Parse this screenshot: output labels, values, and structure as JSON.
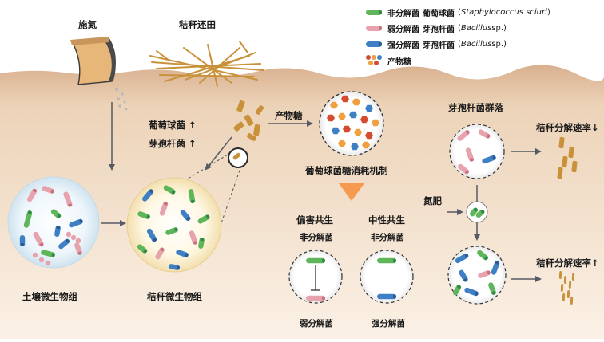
{
  "labels": {
    "nitrogen": "施氮",
    "straw": "秸秆还田",
    "soil_microbiome": "土壤微生物组",
    "straw_microbiome": "秸秆微生物组",
    "staph_up": "葡萄球菌",
    "bacillus_up": "芽孢杆菌",
    "product_sugar_arrow": "产物糖",
    "mechanism": "葡萄球菌糖消耗机制",
    "bacillus_community": "芽孢杆菌群落",
    "decomp_rate_down": "秸秆分解速率",
    "decomp_rate_up": "秸秆分解速率",
    "nitrogen_fertilizer": "氮肥",
    "amensalism": "偏害共生",
    "neutralism": "中性共生",
    "non_decomposer_1": "非分解菌",
    "non_decomposer_2": "非分解菌",
    "weak_decomposer": "弱分解菌",
    "strong_decomposer": "强分解菌"
  },
  "legend": [
    {
      "strength": "非分解菌",
      "genus": "葡萄球菌",
      "paren_open": "(",
      "sci": "Staphylococcus sciuri",
      "paren_close": ")",
      "color": "#5fb55a"
    },
    {
      "strength": "弱分解菌",
      "genus": "芽孢杆菌",
      "paren_open": "(",
      "sci": "Bacillus",
      "paren_close": " sp.)",
      "color": "#e7a3ad"
    },
    {
      "strength": "强分解菌",
      "genus": "芽孢杆菌",
      "paren_open": "(",
      "sci": "Bacillus",
      "paren_close": " sp.)",
      "color": "#3f7fc3"
    },
    {
      "strength": "产物糖",
      "genus": "",
      "paren_open": "",
      "sci": "",
      "paren_close": "",
      "color": "#d64a2f"
    }
  ],
  "arrows": {
    "up": "↑",
    "down": "↓"
  },
  "colors": {
    "soil": "#e9cdb0",
    "soil_edge": "#d9b08f",
    "green": "#5fb55a",
    "pink": "#e7a3ad",
    "blue": "#3f7fc3",
    "straw": "#c9923a",
    "sugar_orange": "#f0a040",
    "sugar_red": "#d64a2f",
    "funnel": "#f59a4e",
    "arrow": "#555a64"
  }
}
